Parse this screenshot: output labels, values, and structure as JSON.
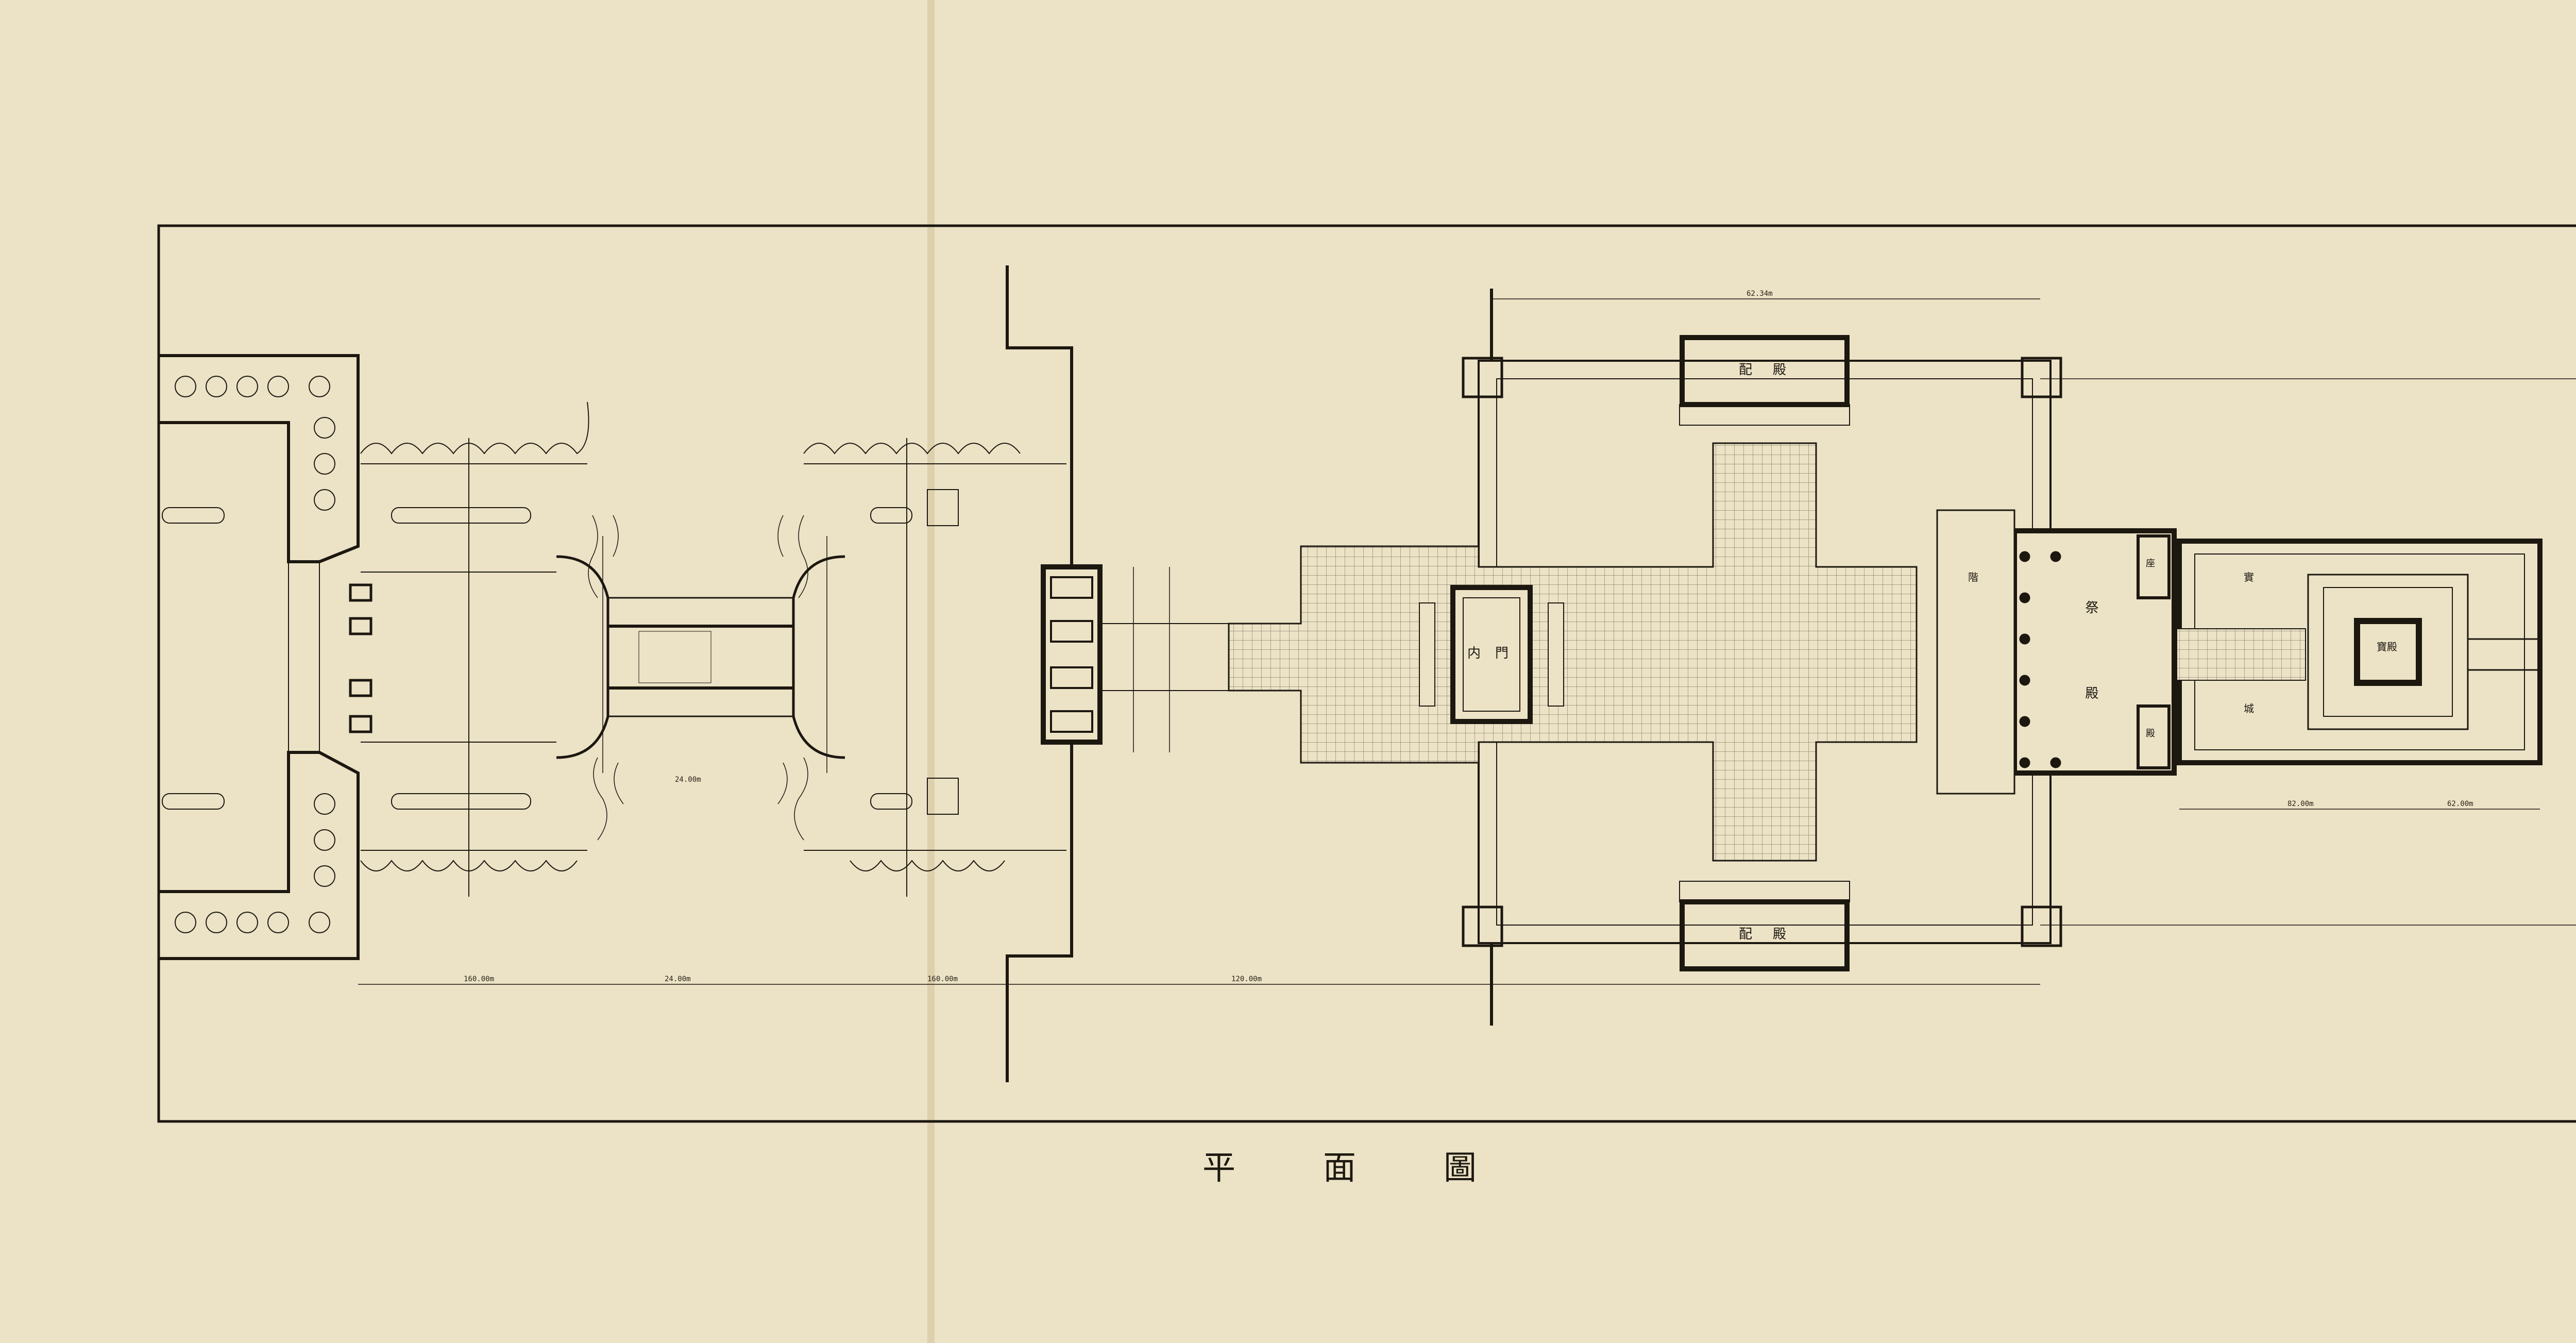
{
  "title": "平面圖",
  "labels": {
    "north_hall": "配殿",
    "south_hall": "配殿",
    "inner_gate": "内門",
    "sacrificial_hall": "祭殿",
    "hall_left_text": "階",
    "hall_right_text": "座",
    "hall_right_text2": "殿",
    "tomb_text": "實",
    "tomb_text2": "城",
    "tomb_center": "寶殿"
  },
  "colors": {
    "paper": "#ece2c6",
    "ink": "#1c1810",
    "fold": "#c9b894"
  },
  "dimensions": {
    "top_width": "62.34m",
    "left_span": "160.00m",
    "mid_span": "24.00m",
    "bridge_span": "24.00m",
    "right_span": "160.00m",
    "gate_span": "120.00m",
    "tomb_span": "82.00m",
    "tomb_span2": "62.00m"
  }
}
